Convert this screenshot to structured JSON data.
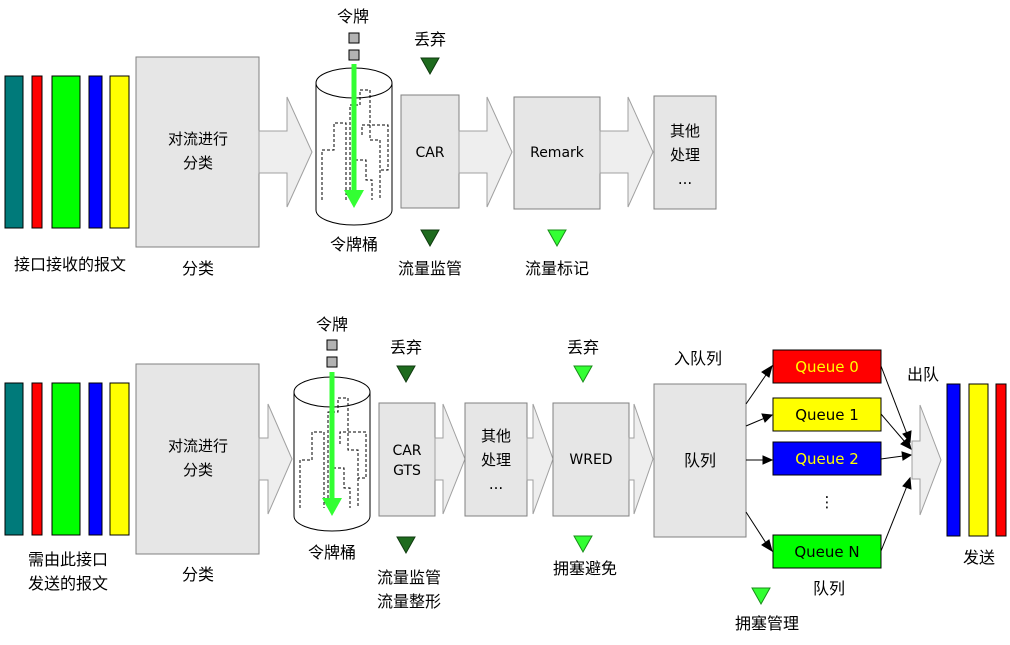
{
  "colors": {
    "teal": "#007a7a",
    "red": "#ff0000",
    "green": "#00ff00",
    "blue": "#0000ff",
    "yellow": "#ffff00",
    "box_fill": "#e6e6e6",
    "box_stroke": "#808080",
    "arrow_fill": "#eeeeee",
    "dark_marker": "#1e6b1e",
    "light_marker": "#33ff33",
    "token_gray": "#b3b3b3"
  },
  "top": {
    "packets_label": "接口接收的报文",
    "classify_text_line1": "对流进行",
    "classify_text_line2": "分类",
    "classify_label": "分类",
    "token_label": "令牌",
    "bucket_label": "令牌桶",
    "discard_label": "丢弃",
    "car_text": "CAR",
    "policing_label": "流量监管",
    "remark_text": "Remark",
    "remark_label": "流量标记",
    "other_line1": "其他",
    "other_line2": "处理",
    "other_line3": "..."
  },
  "bottom": {
    "packets_label_line1": "需由此接口",
    "packets_label_line2": "发送的报文",
    "classify_text_line1": "对流进行",
    "classify_text_line2": "分类",
    "classify_label": "分类",
    "token_label": "令牌",
    "bucket_label": "令牌桶",
    "discard_label": "丢弃",
    "cargts_line1": "CAR",
    "cargts_line2": "GTS",
    "policing_label": "流量监管",
    "shaping_label": "流量整形",
    "other_line1": "其他",
    "other_line2": "处理",
    "other_line3": "...",
    "discard2_label": "丢弃",
    "wred_text": "WRED",
    "avoidance_label": "拥塞避免",
    "enqueue_label": "入队列",
    "queue_box_text": "队列",
    "queues": [
      {
        "label": "Queue 0",
        "fill": "#ff0000",
        "text_color": "#ffff00"
      },
      {
        "label": "Queue 1",
        "fill": "#ffff00",
        "text_color": "#000000"
      },
      {
        "label": "Queue 2",
        "fill": "#0000ff",
        "text_color": "#ffff00"
      },
      {
        "label": "Queue N",
        "fill": "#00ff00",
        "text_color": "#000000"
      }
    ],
    "queue_ellipsis": "⋮",
    "queues_label": "队列",
    "dequeue_label": "出队",
    "send_label": "发送",
    "management_label": "拥塞管理"
  }
}
